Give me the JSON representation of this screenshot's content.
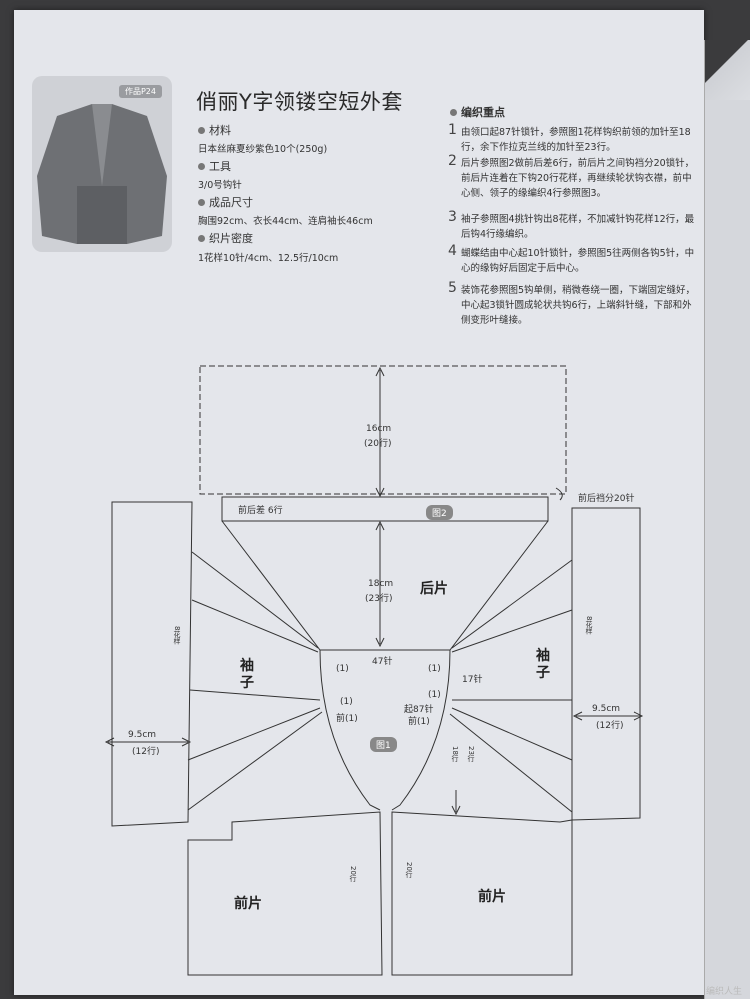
{
  "header": {
    "photo_tag": "作品P24",
    "title": "俏丽Y字领镂空短外套"
  },
  "specs": {
    "materials_heading": "材料",
    "materials_value": "日本丝麻夏纱紫色10个(250g)",
    "tools_heading": "工具",
    "tools_value": "3/0号钩针",
    "size_heading": "成品尺寸",
    "size_value": "胸围92cm、衣长44cm、连肩袖长46cm",
    "gauge_heading": "织片密度",
    "gauge_value": "1花样10针/4cm、12.5行/10cm"
  },
  "notes": {
    "heading": "编织重点",
    "items": [
      {
        "num": "1",
        "text": "由领口起87针锁针，参照图1花样钩织前领的加针至18行，余下作拉克兰线的加针至23行。"
      },
      {
        "num": "2",
        "text": "后片参照图2做前后差6行，前后片之间钩裆分20锁针，前后片连着在下钩20行花样，再继续轮状钩衣襟，前中心侧、领子的缘编织4行参照图3。"
      },
      {
        "num": "3",
        "text": "袖子参照图4挑针钩出8花样，不加减针钩花样12行，最后钩4行缘编织。"
      },
      {
        "num": "4",
        "text": "蝴蝶结由中心起10针锁针，参照图5往两侧各钩5针，中心的缘钩好后固定于后中心。"
      },
      {
        "num": "5",
        "text": "装饰花参照图5钩单侧，稍微卷绕一圈，下端固定缝好，中心起3锁针圆成轮状共钩6行，上端斜针缝，下部和外侧变形叶缝接。"
      }
    ]
  },
  "diagram": {
    "back_top_h": "16cm",
    "back_top_rows": "(20行)",
    "front_back_diff": "前后差 6行",
    "gusset": "前后裆分20针",
    "fig2": "图2",
    "back_h": "18cm",
    "back_rows": "(23行)",
    "back_label": "后片",
    "sleeve_label_l1": "袖",
    "sleeve_label_l2": "子",
    "sleeve_pattern": "8花样",
    "sleeve_w": "9.5cm",
    "sleeve_rows": "(12行)",
    "neck_sts": "47针",
    "side_sts": "17针",
    "one": "(1)",
    "front_one": "前(1)",
    "start_sts": "起87针",
    "fig1": "图1",
    "small_rows_a": "18行",
    "small_rows_b": "23行",
    "front_rows": "20行",
    "front_label": "前片"
  },
  "watermark": "编织人生"
}
